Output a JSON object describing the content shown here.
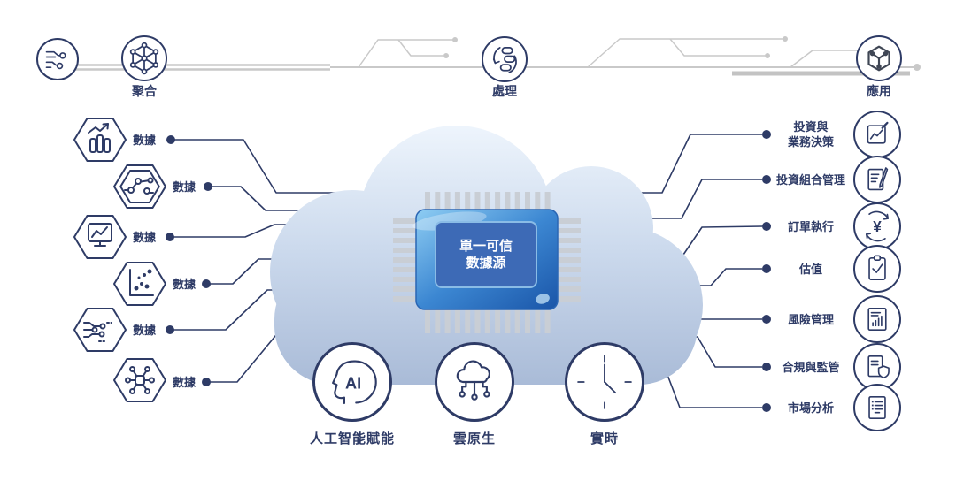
{
  "colors": {
    "navy": "#2e3b66",
    "gray": "#c9c9c9",
    "graydark": "#c3c3c3",
    "cloud-top": "#edf4fc",
    "cloud-bottom": "#a7b9d6",
    "chip-blue-light": "#8ecdf3",
    "chip-blue-dark": "#1a55a8",
    "chip-screen": "#3d6ab6",
    "pin-gray": "#c9ced5"
  },
  "top_flow": {
    "source_icon": "circuit-icon",
    "stages": [
      {
        "label": "聚合",
        "icon": "network-hexagon-icon"
      },
      {
        "label": "處理",
        "icon": "process-cycle-icon"
      },
      {
        "label": "應用",
        "icon": "application-hexagon-icon"
      }
    ]
  },
  "left_sources": [
    {
      "label": "數據",
      "icon": "bar-chart-growth-icon"
    },
    {
      "label": "數據",
      "icon": "connected-nodes-icon"
    },
    {
      "label": "數據",
      "icon": "monitor-chart-icon"
    },
    {
      "label": "數據",
      "icon": "scatter-plot-icon"
    },
    {
      "label": "數據",
      "icon": "pcb-traces-icon"
    },
    {
      "label": "數據",
      "icon": "molecule-hub-icon"
    }
  ],
  "chip": {
    "label": "單一可信\n數據源"
  },
  "bottom_features": [
    {
      "label": "人工智能賦能",
      "icon": "ai-head-icon",
      "icon_text": "AI"
    },
    {
      "label": "雲原生",
      "icon": "cloud-network-icon"
    },
    {
      "label": "實時",
      "icon": "clock-icon"
    }
  ],
  "right_applications": [
    {
      "label": "投資與\n業務決策",
      "icon": "chart-pencil-icon"
    },
    {
      "label": "投資組合管理",
      "icon": "document-pencil-icon"
    },
    {
      "label": "訂單執行",
      "icon": "yen-cycle-icon",
      "icon_text": "¥"
    },
    {
      "label": "估值",
      "icon": "clipboard-check-icon"
    },
    {
      "label": "風險管理",
      "icon": "report-chart-icon"
    },
    {
      "label": "合規與監管",
      "icon": "document-shield-icon"
    },
    {
      "label": "市場分析",
      "icon": "document-list-icon"
    }
  ]
}
